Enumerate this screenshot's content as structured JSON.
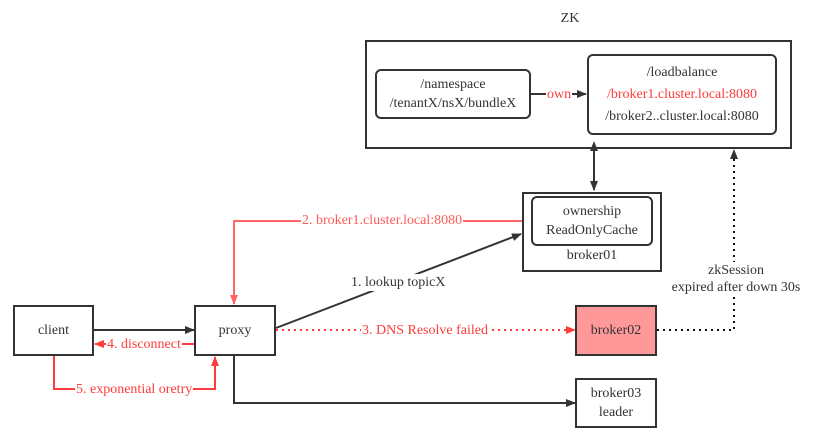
{
  "diagram": {
    "zk": {
      "title": "ZK",
      "namespace_node": {
        "line1": "/namespace",
        "line2": "/tenantX/nsX/bundleX"
      },
      "own_edge_label": "own",
      "loadbalance_node": {
        "title": "/loadbalance",
        "entries": [
          {
            "text": "/broker1.cluster.local:8080",
            "highlight": true
          },
          {
            "text": "/broker2..cluster.local:8080",
            "highlight": false
          }
        ]
      }
    },
    "broker01": {
      "label": "broker01",
      "cache_line1": "ownership",
      "cache_line2": "ReadOnlyCache"
    },
    "client": {
      "label": "client"
    },
    "proxy": {
      "label": "proxy"
    },
    "broker02": {
      "label": "broker02",
      "fill": "#ff9999",
      "status": "failed"
    },
    "broker03": {
      "line1": "broker03",
      "line2": "leader"
    },
    "edges": {
      "lookup": "1. lookup topicX",
      "reply": "2. broker1.cluster.local:8080",
      "dns_failed": "3. DNS Resolve failed",
      "disconnect": "4. disconnect",
      "retry": "5. exponential oretry",
      "zk_session_line1": "zkSession",
      "zk_session_line2": "expired after down 30s"
    },
    "colors": {
      "stroke": "#333333",
      "error": "#ff3b3b",
      "error_light": "#ff6666",
      "failed_fill": "#ff9999"
    }
  }
}
